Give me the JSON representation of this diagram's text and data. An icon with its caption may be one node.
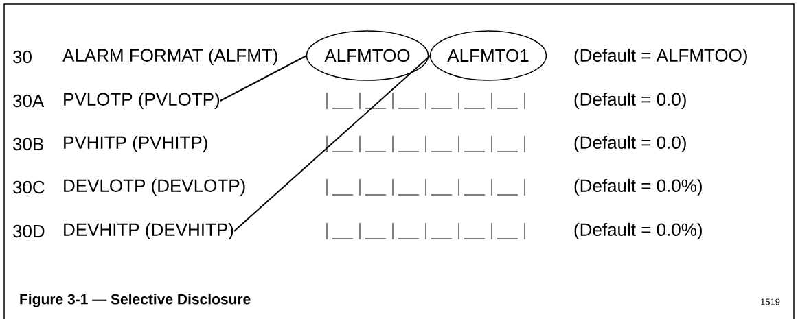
{
  "diagram": {
    "caption": "Figure 3-1 — Selective Disclosure",
    "nodes": [
      {
        "text": [
          "ALFMTOO"
        ]
      },
      {
        "text": [
          "ALFMTO1"
        ]
      },
      {
        "text": [
          "PVLOTP (PVLOTP)"
        ]
      },
      {
        "text": [
          "DEVHITP (DEVHITP)"
        ]
      }
    ],
    "edges": [
      {
        "from": 0,
        "to": 2,
        "arrow": "none"
      },
      {
        "from": 1,
        "to": 3,
        "arrow": "none"
      }
    ],
    "labels": [
      "30",
      "ALARM FORMAT (ALFMT)",
      "(Default = ALFMTOO)",
      "30A",
      "(Default = 0.0)",
      "30B",
      "PVHITP (PVHITP)",
      "(Default = 0.0)",
      "30C",
      "DEVLOTP (DEVLOTP)",
      "(Default = 0.0%)",
      "30D",
      "(Default = 0.0%)",
      "1519"
    ]
  }
}
